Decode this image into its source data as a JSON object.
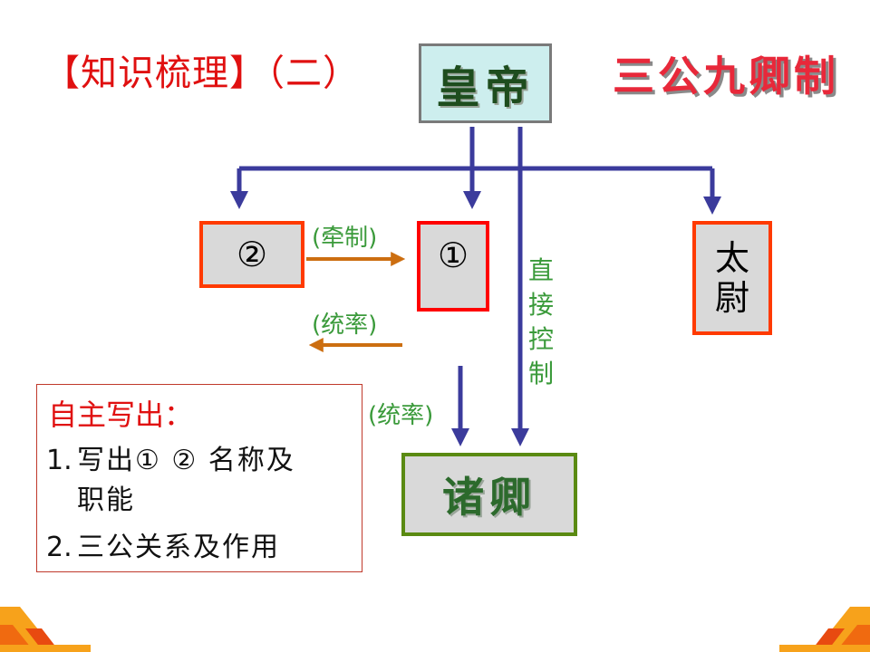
{
  "slide": {
    "title": "【知识梳理】（二）",
    "system_title": "三公九卿制"
  },
  "diagram": {
    "emperor": "皇帝",
    "minister_2": "②",
    "minister_1": "①",
    "taiwei": [
      "太",
      "尉"
    ],
    "nine_ministers": "诸卿",
    "label_checks": "(牵制)",
    "label_leads_upper": "(统率)",
    "label_leads_lower": "(统率)",
    "label_direct_control": [
      "直",
      "接",
      "控",
      "制"
    ]
  },
  "panel": {
    "heading": "自主写出：",
    "tasks": [
      {
        "num": "1.",
        "text_line1": "写出①  ②  名称及",
        "text_line2": "职能"
      },
      {
        "num": "2.",
        "text_line1": "三公关系及作用"
      }
    ]
  },
  "colors": {
    "title_red": "#e01010",
    "arrow_blue": "#3b3b9c",
    "arrow_orange": "#cc6e10",
    "box_red": "#ff0000",
    "box_orange_red": "#ff3a00",
    "box_green": "#5a8a12",
    "label_green": "#3a9a3a",
    "decor_orange": "#f7a21b"
  }
}
